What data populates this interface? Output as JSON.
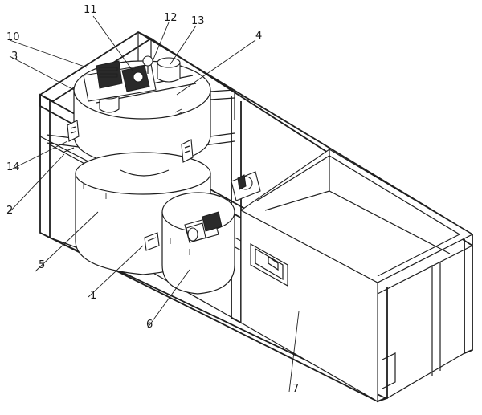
{
  "callouts": [
    {
      "id": "11",
      "label": "11"
    },
    {
      "id": "12",
      "label": "12"
    },
    {
      "id": "13",
      "label": "13"
    },
    {
      "id": "10",
      "label": "10"
    },
    {
      "id": "3",
      "label": "3"
    },
    {
      "id": "4",
      "label": "4"
    },
    {
      "id": "14",
      "label": "14"
    },
    {
      "id": "2",
      "label": "2"
    },
    {
      "id": "5",
      "label": "5"
    },
    {
      "id": "1",
      "label": "1"
    },
    {
      "id": "6",
      "label": "6"
    },
    {
      "id": "7",
      "label": "7"
    }
  ]
}
